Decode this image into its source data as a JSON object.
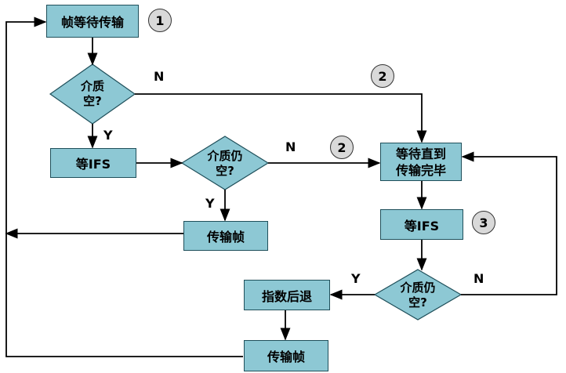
{
  "nodes": {
    "frame_wait": "帧等待传输",
    "medium_idle_1": [
      "介质",
      "空?"
    ],
    "wait_ifs_1": "等IFS",
    "medium_idle_2": [
      "介质仍",
      "空?"
    ],
    "transmit_frame_1": "传输帧",
    "wait_done": [
      "等待直到",
      "传输完毕"
    ],
    "wait_ifs_2": "等IFS",
    "medium_idle_3": [
      "介质仍",
      "空?"
    ],
    "backoff": "指数后退",
    "transmit_frame_2": "传输帧"
  },
  "labels": {
    "n1": "N",
    "y1": "Y",
    "n2": "N",
    "y2": "Y",
    "y3": "Y",
    "n3": "N"
  },
  "badges": {
    "b1": "1",
    "b2a": "2",
    "b2b": "2",
    "b3": "3"
  },
  "colors": {
    "fill": "#8dc8d4",
    "stroke": "#1f4f5a",
    "badge": "#d9d9d9"
  }
}
